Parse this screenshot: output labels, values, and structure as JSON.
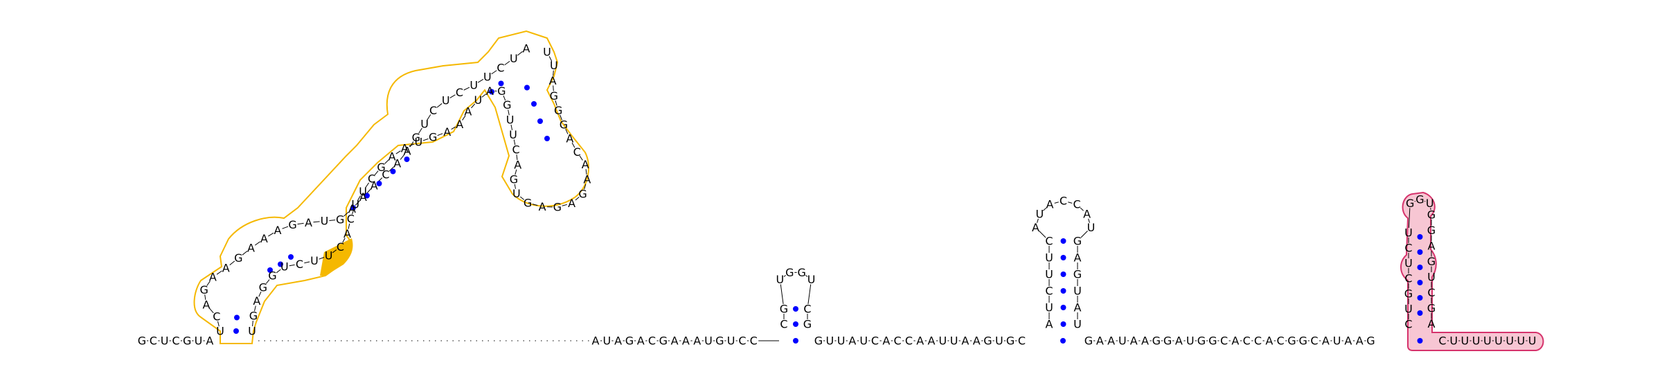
{
  "colors": {
    "background": "#ffffff",
    "nucleotide_text": "#000000",
    "base_pair_dot": "#0000ff",
    "domain1_outline": "#f5b800",
    "domain1_fill": "#ffffff",
    "domain1_highlight": "#f5b800",
    "domain2_outline": "#d6336c",
    "domain2_fill": "#f7c6d3"
  },
  "sequence_5prime": "GCUCGUA",
  "gap_region": "dotted",
  "sequence_middle": "AUAGACGAAAUGUCC",
  "hairpin1": {
    "stem_5": "CG",
    "loop": "UGGU",
    "stem_3": "CG"
  },
  "linker1": "GUUAUCACCAAUUAAGUGC",
  "hairpin2": {
    "stem_5": "AUCUUC",
    "loop": "AUACCAU",
    "stem_3": "GAGUAU"
  },
  "linker2": "GAAUAAGGAUGGCACCACGGCAUAAG",
  "terminator": {
    "stem_5": "CUGCUCU",
    "loop": "GGU",
    "stem_3": "GGAGUCGA",
    "tail": "CUUUUUUUU"
  },
  "domain1_strand_a": "UCAGAAGAAAGAUGAAACAAGUCUCUUCUA",
  "domain1_strand_b": "UUAGGGACAAGAGAGUGACUUGGAUAAAGUAAGCUUCACUUCUGGAGU",
  "domain1_highlight_nts": "CUU"
}
